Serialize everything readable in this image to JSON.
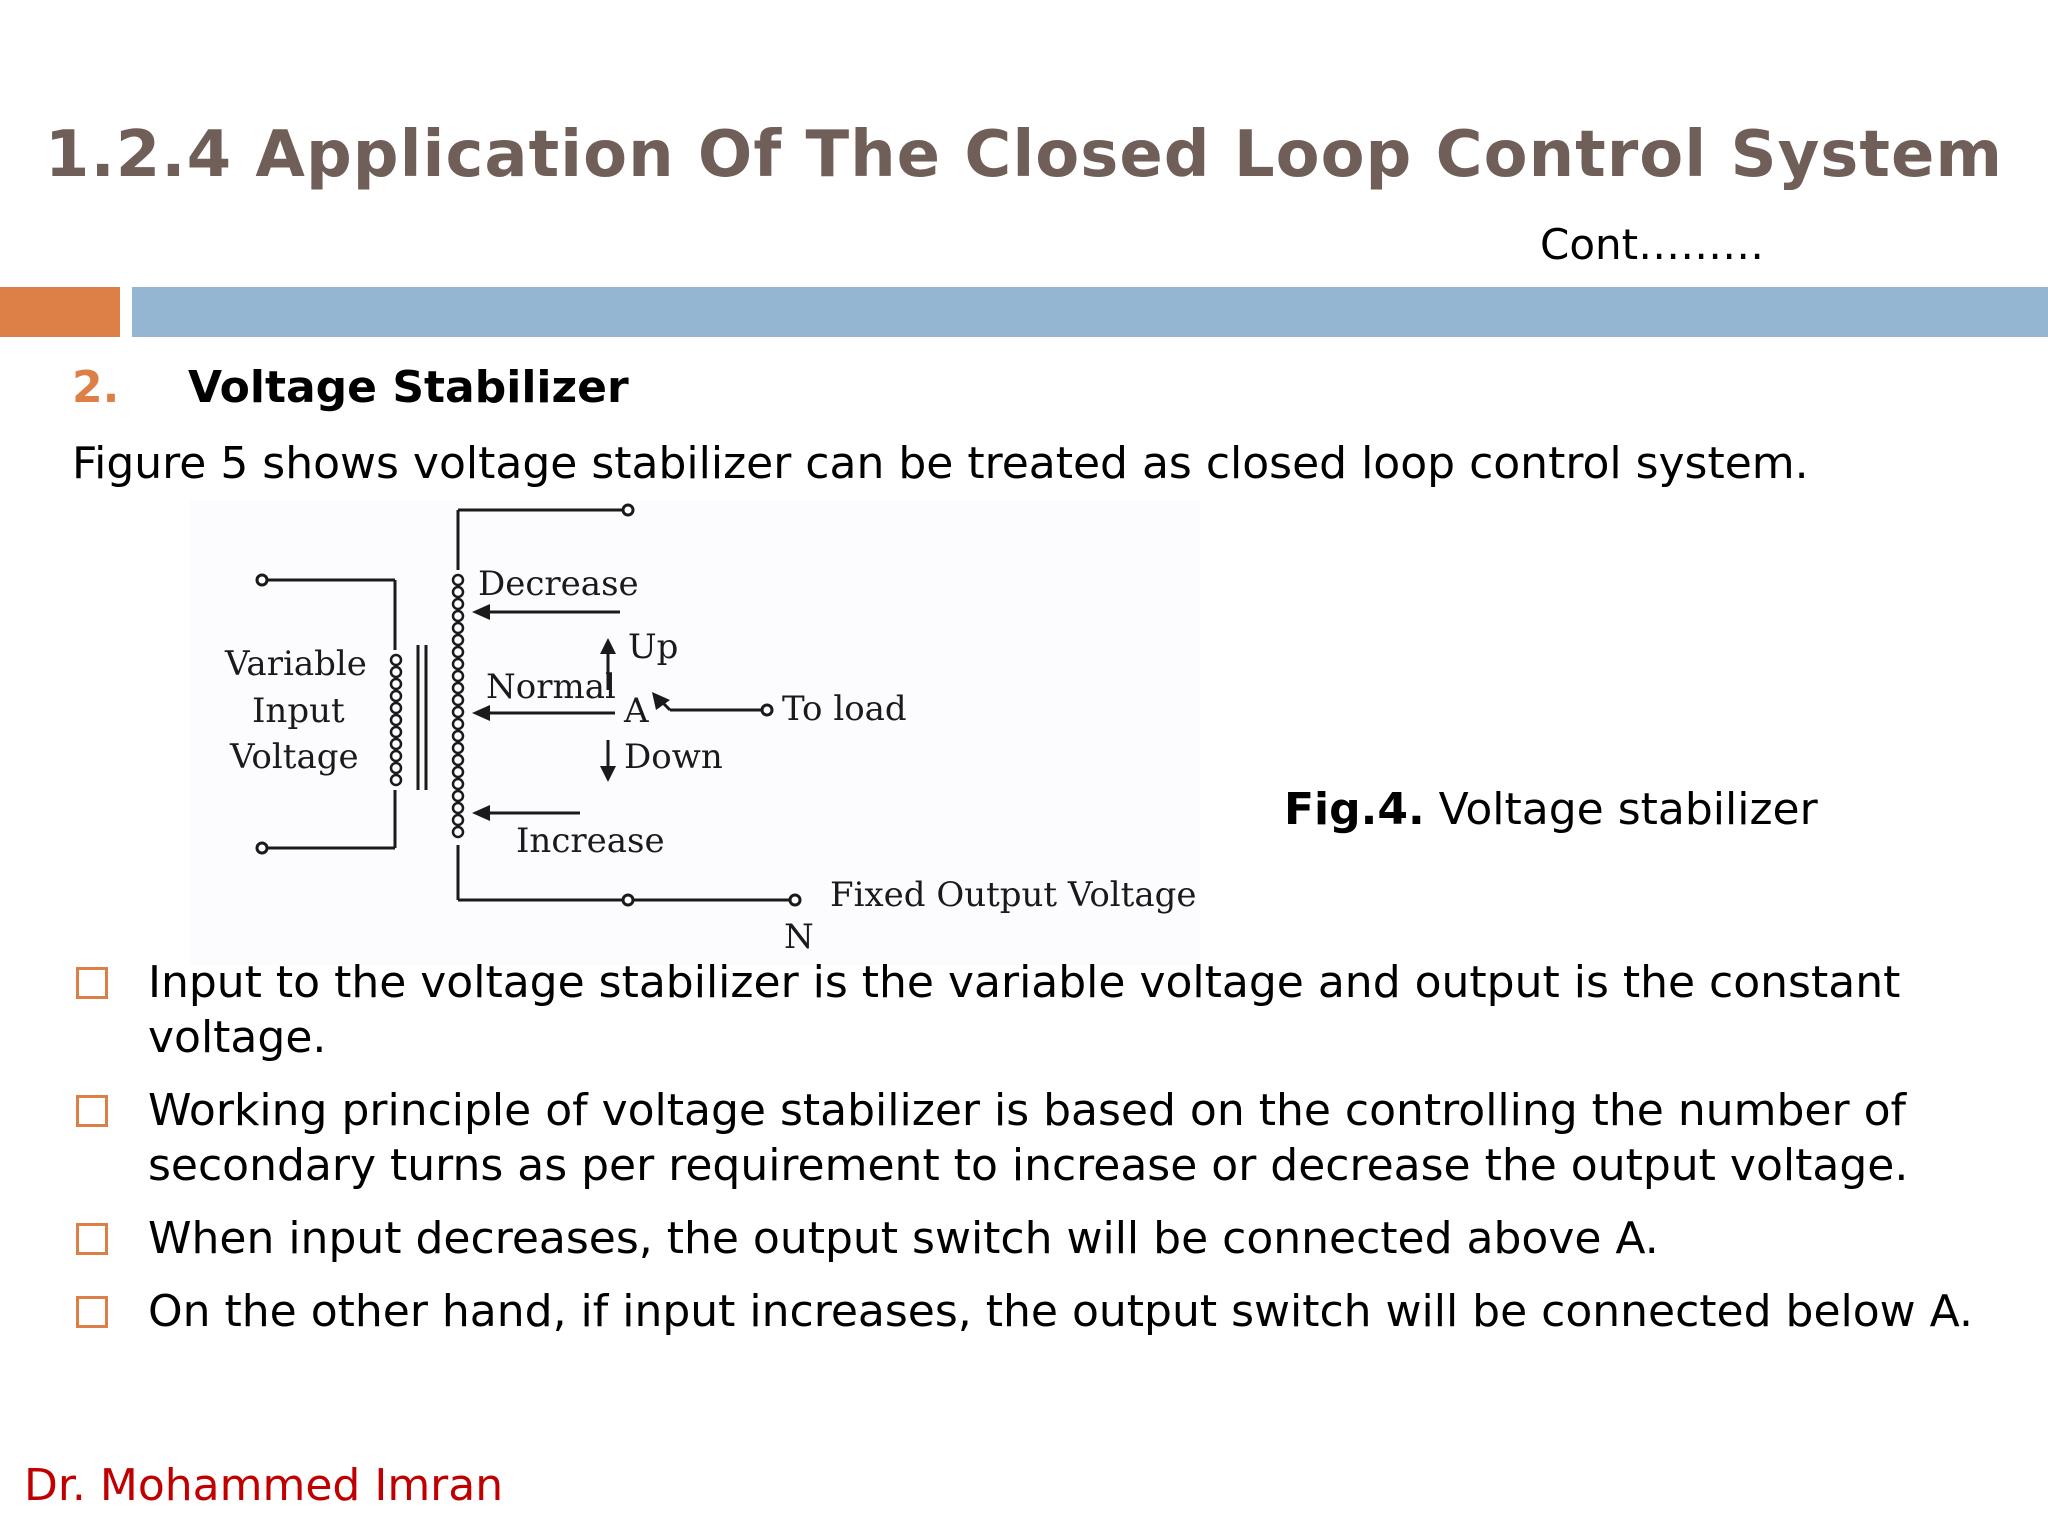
{
  "slide": {
    "title": "1.2.4 Application Of The Closed Loop Control System",
    "cont": "Cont………",
    "section_number": "2.",
    "section_title": "Voltage Stabilizer",
    "intro": "Figure 5 shows voltage stabilizer can be treated as closed loop control system.",
    "caption_bold": "Fig.4.",
    "caption_text": " Voltage stabilizer",
    "bullets": [
      "Input to the voltage stabilizer is the variable voltage and output is the constant voltage.",
      "Working principle of voltage stabilizer is based on the controlling the number of secondary turns as per requirement to increase or decrease the output voltage.",
      "When input decreases, the output switch will be connected above A.",
      "On the other hand, if input increases, the output switch will be connected below A."
    ],
    "author": "Dr. Mohammed Imran",
    "accent_color": "#dd8047",
    "bar_color": "#94b6d2",
    "title_color": "#705f58"
  },
  "diagram": {
    "label_decrease": "Decrease",
    "label_up": "Up",
    "label_normal": "Normal",
    "label_a": "A",
    "label_to_load": "To load",
    "label_down": "Down",
    "label_increase": "Increase",
    "label_variable": "Variable",
    "label_input": "Input",
    "label_voltage": "Voltage",
    "label_fixed_output": "Fixed Output Voltage",
    "label_n": "N"
  }
}
